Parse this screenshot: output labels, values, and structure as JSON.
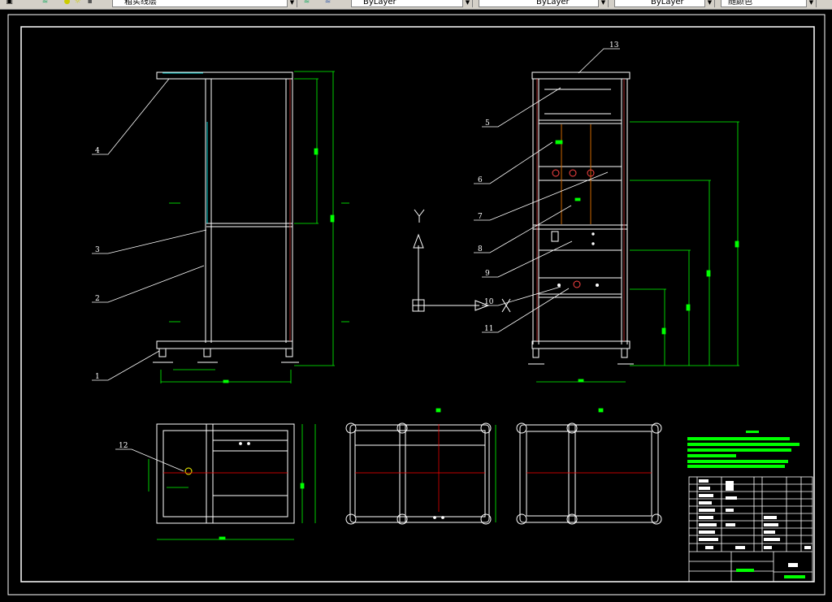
{
  "toolbar": {
    "layer_name": "粗实线层",
    "linetype": "ByLayer",
    "lineweight": "ByLayer",
    "plotstyle": "ByLayer",
    "color": "随颜色",
    "dropdown_icon": "chevron-down-icon"
  },
  "drawing": {
    "ucs_y_label": "Y",
    "part_labels": [
      "1",
      "2",
      "3",
      "4",
      "5",
      "6",
      "7",
      "8",
      "9",
      "10",
      "11",
      "12",
      "13"
    ]
  },
  "colors": {
    "frame": "#ffffff",
    "dimension": "#00ff00",
    "centerline": "#ff0000",
    "accent": "#00ffff",
    "background": "#000000",
    "toolbar": "#d4d0c8"
  }
}
